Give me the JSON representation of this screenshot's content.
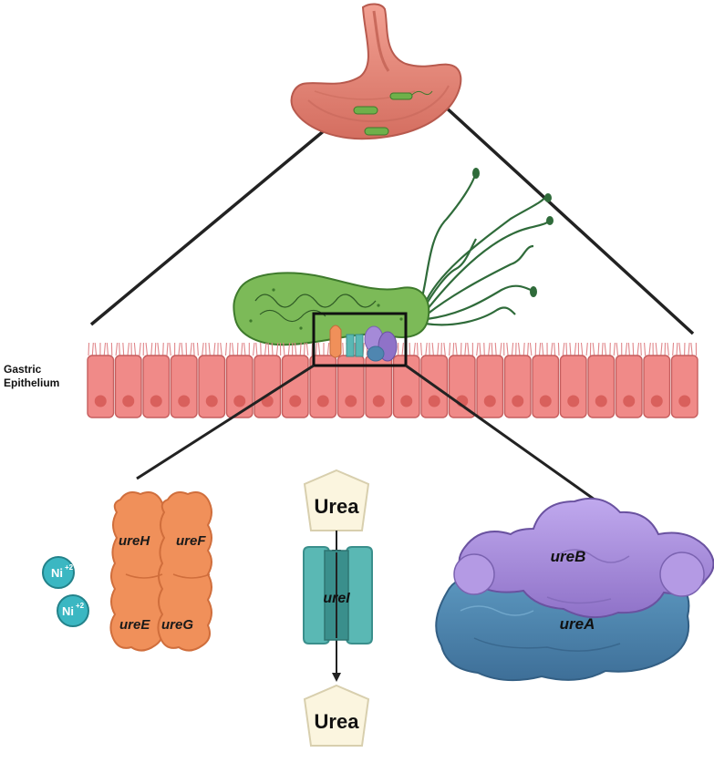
{
  "labels": {
    "gastric_line1": "Gastric",
    "gastric_line2": "Epithelium",
    "ni_1": "Ni",
    "ni_1_sup": "+2",
    "ni_2": "Ni",
    "ni_2_sup": "+2",
    "ure_h": "ureH",
    "ure_f": "ureF",
    "ure_e": "ureE",
    "ure_g": "ureG",
    "urea_top": "Urea",
    "ure_i": "ureI",
    "urea_bottom": "Urea",
    "ure_b": "ureB",
    "ure_a": "ureA"
  },
  "colors": {
    "stomach": "#e8887a",
    "stomach_dark": "#b85a4e",
    "bacterium": "#6fb04a",
    "bacterium_dark": "#3e7a2c",
    "flagella": "#2f6b3a",
    "epithelium": "#f08a88",
    "epithelium_nucleus": "#d9605c",
    "accessory_proteins": "#f0905a",
    "nickel": "#3bb7c2",
    "channel": "#5ab8b4",
    "channel_dark": "#3a8f8c",
    "urea_shape": "#fbf5df",
    "ure_b": "#a58ad8",
    "ure_a": "#4f86b0"
  },
  "icons": [
    "stomach-icon",
    "helicobacter-bacterium-icon",
    "nickel-ion-icon",
    "urea-molecule-icon",
    "urease-channel-icon",
    "urease-enzyme-icon"
  ]
}
